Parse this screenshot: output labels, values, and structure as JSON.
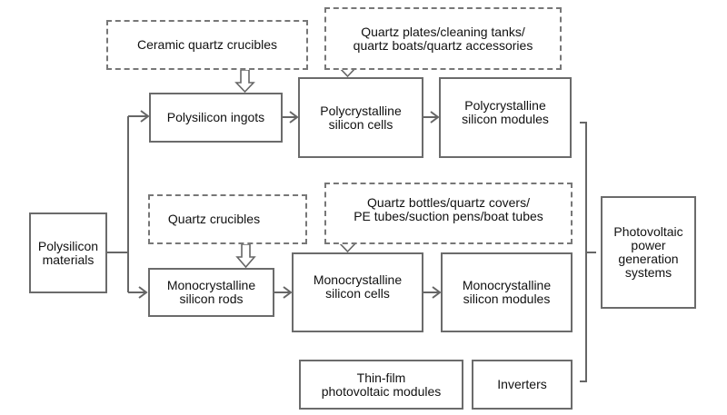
{
  "diagram": {
    "type": "flowchart",
    "colors": {
      "line": "#666666",
      "border": "#6b6b6b",
      "text": "#111111",
      "background": "#ffffff"
    },
    "nodes": {
      "polysilicon_materials": {
        "label": "Polysilicon\nmaterials",
        "style": "solid"
      },
      "ceramic_quartz_crucibles": {
        "label": "Ceramic quartz crucibles",
        "style": "dashed"
      },
      "polysilicon_ingots": {
        "label": "Polysilicon ingots",
        "style": "solid"
      },
      "quartz_plates": {
        "label": "Quartz plates/cleaning tanks/\nquartz boats/quartz accessories",
        "style": "dashed"
      },
      "poly_cells": {
        "label": "Polycrystalline\nsilicon cells",
        "style": "solid"
      },
      "poly_modules": {
        "label": "Polycrystalline\nsilicon modules",
        "style": "solid"
      },
      "quartz_crucibles": {
        "label": "Quartz crucibles",
        "style": "dashed"
      },
      "mono_rods": {
        "label": "Monocrystalline\nsilicon rods",
        "style": "solid"
      },
      "quartz_bottles": {
        "label": "Quartz bottles/quartz covers/\nPE tubes/suction pens/boat tubes",
        "style": "dashed"
      },
      "mono_cells": {
        "label": "Monocrystalline\nsilicon cells",
        "style": "solid"
      },
      "mono_modules": {
        "label": "Monocrystalline\nsilicon modules",
        "style": "solid"
      },
      "thin_film": {
        "label": "Thin-film\nphotovoltaic modules",
        "style": "solid"
      },
      "inverters": {
        "label": "Inverters",
        "style": "solid"
      },
      "pv_systems": {
        "label": "Photovoltaic\npower\ngeneration\nsystems",
        "style": "solid"
      }
    },
    "edges": [
      {
        "from": "polysilicon_materials",
        "to": "polysilicon_ingots",
        "type": "arrow"
      },
      {
        "from": "polysilicon_materials",
        "to": "mono_rods",
        "type": "arrow"
      },
      {
        "from": "polysilicon_ingots",
        "to": "poly_cells",
        "type": "arrow"
      },
      {
        "from": "poly_cells",
        "to": "poly_modules",
        "type": "arrow"
      },
      {
        "from": "mono_rods",
        "to": "mono_cells",
        "type": "arrow"
      },
      {
        "from": "mono_cells",
        "to": "mono_modules",
        "type": "arrow"
      },
      {
        "from": "ceramic_quartz_crucibles",
        "to": "polysilicon_ingots",
        "type": "hollow-arrow"
      },
      {
        "from": "quartz_plates",
        "to": "poly_cells",
        "type": "hollow-arrow"
      },
      {
        "from": "quartz_crucibles",
        "to": "mono_rods",
        "type": "hollow-arrow"
      },
      {
        "from": "quartz_bottles",
        "to": "mono_cells",
        "type": "hollow-arrow"
      },
      {
        "from": [
          "poly_modules",
          "mono_modules",
          "thin_film",
          "inverters"
        ],
        "to": "pv_systems",
        "type": "bracket"
      }
    ]
  }
}
